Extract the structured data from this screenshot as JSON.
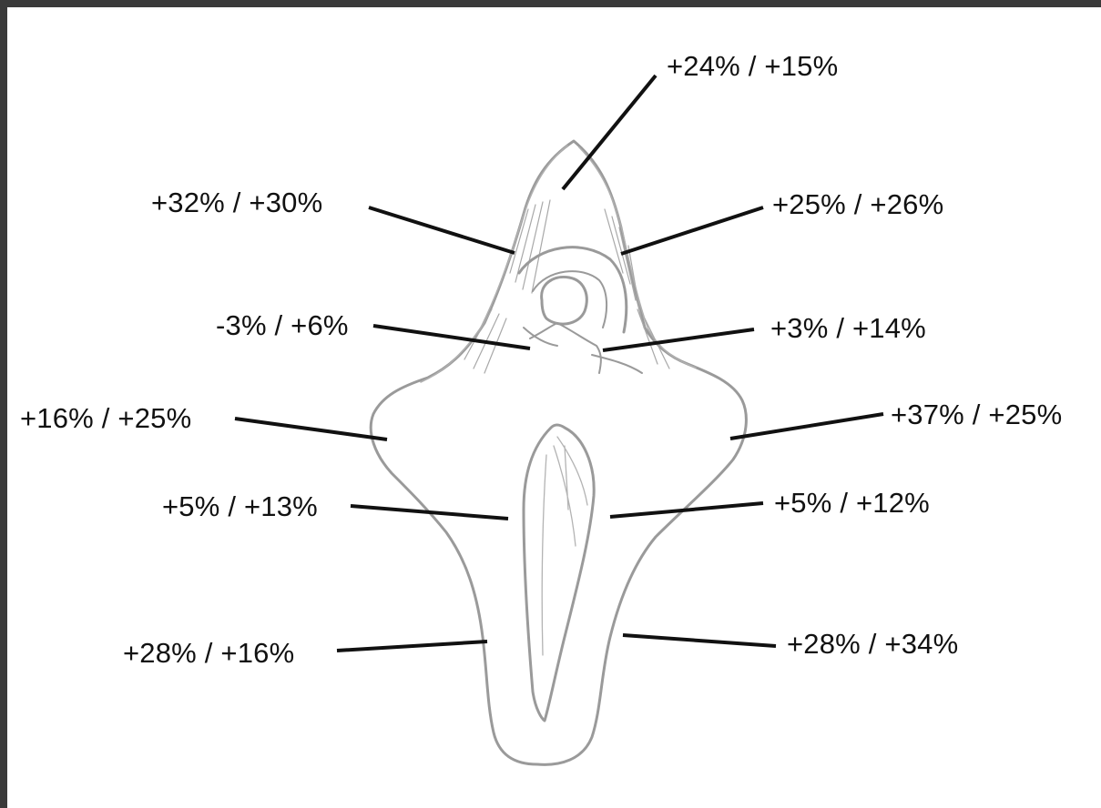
{
  "colors": {
    "frame": "#3a3a3a",
    "paper": "#ffffff",
    "sketch": "#9a9a9a",
    "leader": "#111111",
    "text": "#111111"
  },
  "labels": {
    "top": "+24% / +15%",
    "upper_left": "+32% / +30%",
    "upper_right": "+25% / +26%",
    "mid_left": "-3% / +6%",
    "mid_right": "+3% / +14%",
    "wide_left": "+16% / +25%",
    "wide_right": "+37% / +25%",
    "inner_left": "+5% / +13%",
    "inner_right": "+5% / +12%",
    "lower_left": "+28% / +16%",
    "lower_right": "+28% / +34%"
  }
}
